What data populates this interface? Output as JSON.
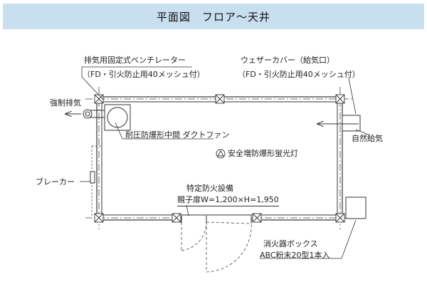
{
  "title": "平面図　フロア〜天井",
  "labels": {
    "exhaust_fan_line1": "排気用固定式ベンチレーター",
    "exhaust_fan_line2": "（FD・引火防止用40メッシュ付）",
    "weather_cover_line1": "ウェザーカバー（給気口）",
    "weather_cover_line2": "（FD・引火防止用40メッシュ付）",
    "forced_exhaust": "強制排気",
    "duct_fan": "耐圧防爆形中間 ダクトファン",
    "explosion_proof_light": "安全増防爆形蛍光灯",
    "natural_intake": "自然給気",
    "breaker": "ブレーカー",
    "fire_equipment": "特定防火設備",
    "double_door": "親子扉W=1,200×H=1,950",
    "extinguisher_box": "消火器ボックス",
    "extinguisher_spec": "ABC粉末20型1本入"
  }
}
